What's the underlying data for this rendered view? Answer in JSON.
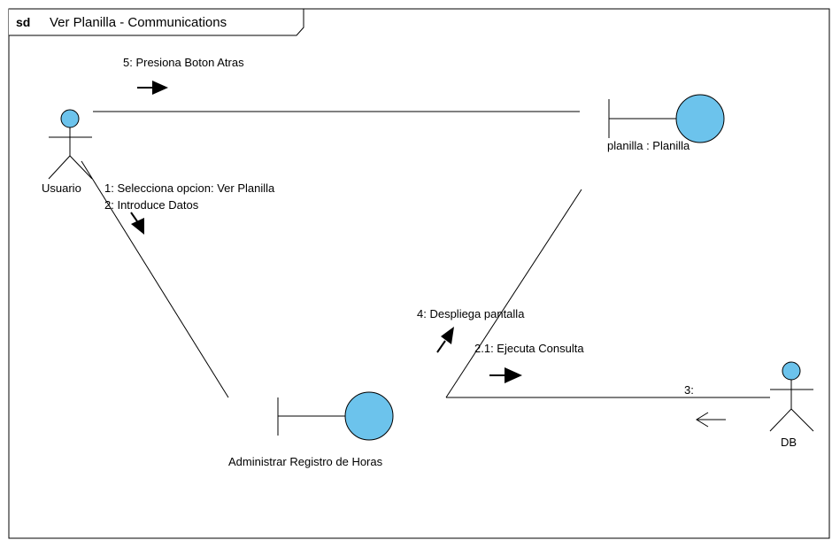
{
  "frame": {
    "keyword": "sd",
    "title": "Ver Planilla - Communications"
  },
  "objects": {
    "usuario": {
      "label": "Usuario"
    },
    "planilla": {
      "label": "planilla : Planilla"
    },
    "administrar": {
      "label": "Administrar Registro de Horas"
    },
    "db": {
      "label": "DB"
    }
  },
  "messages": {
    "m5": "5: Presiona Boton Atras",
    "m1": "1: Selecciona opcion: Ver  Planilla",
    "m2": "2: Introduce Datos",
    "m4": "4: Despliega pantalla",
    "m21": "2.1: Ejecuta Consulta",
    "m3": "3:"
  },
  "colors": {
    "object_fill": "#6cc3ec",
    "line": "#000000"
  }
}
